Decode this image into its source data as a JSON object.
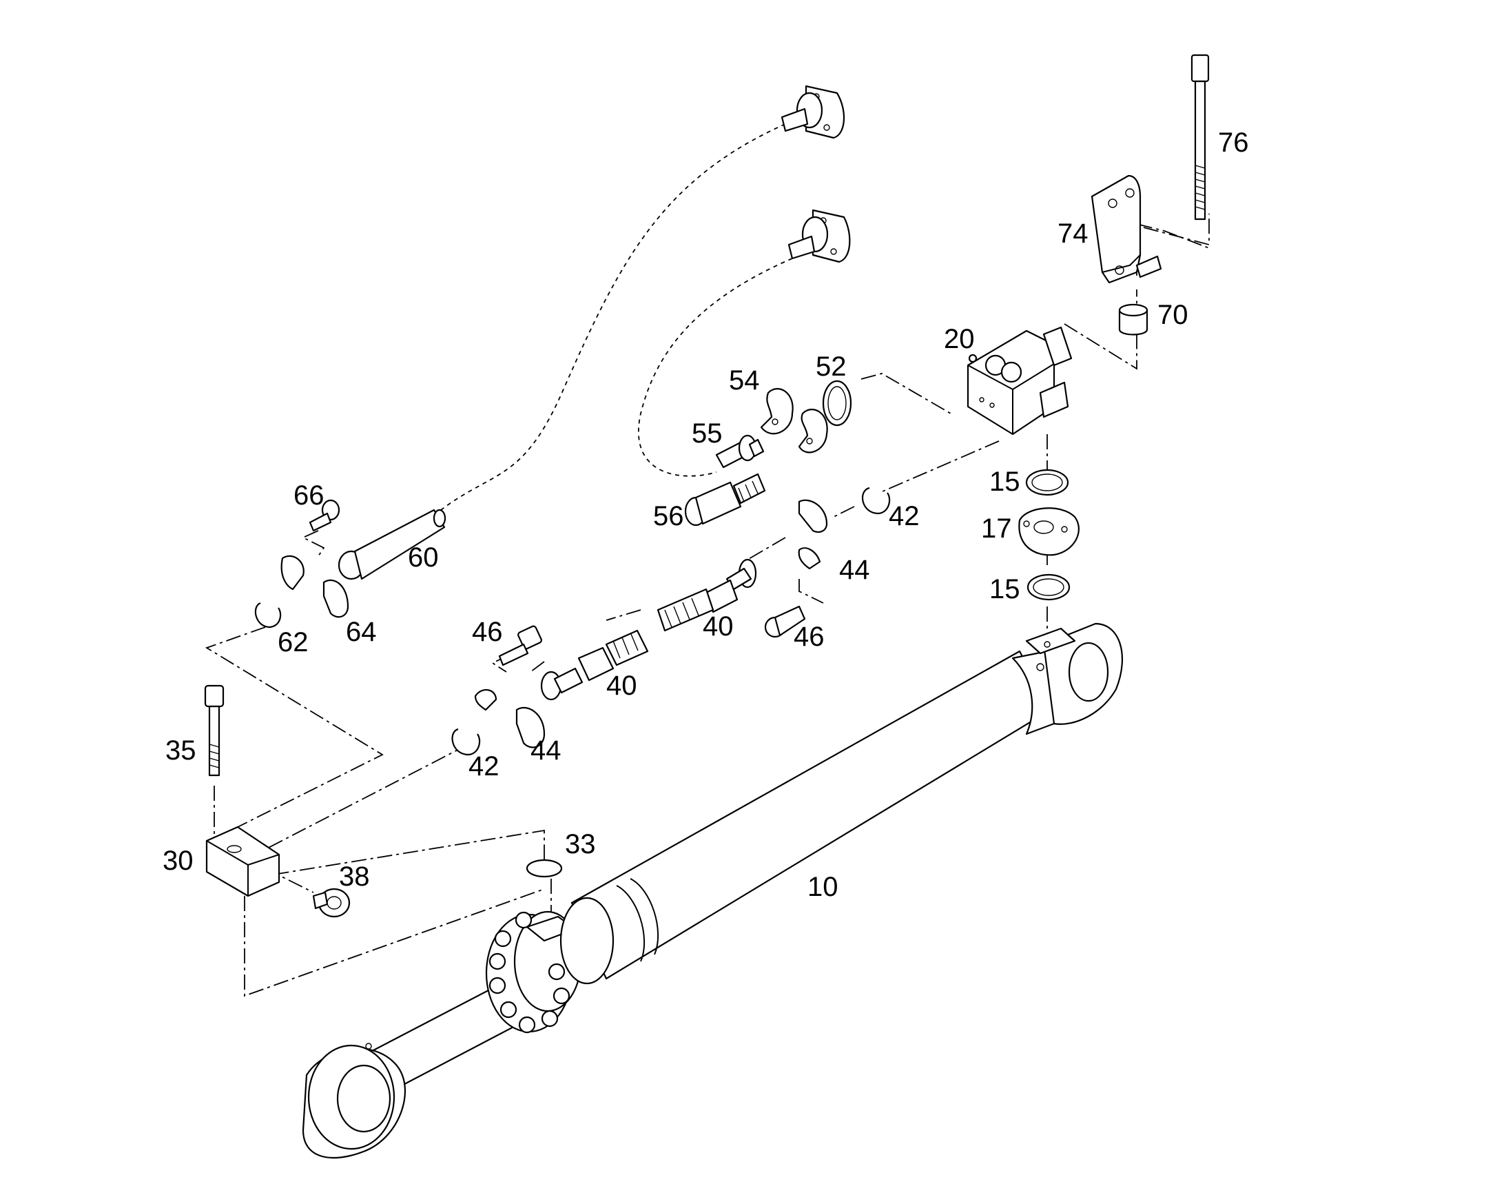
{
  "labels": {
    "p10": "10",
    "p15a": "15",
    "p15b": "15",
    "p17": "17",
    "p20": "20",
    "p30": "30",
    "p33": "33",
    "p35": "35",
    "p38": "38",
    "p40a": "40",
    "p40b": "40",
    "p42a": "42",
    "p42b": "42",
    "p44a": "44",
    "p44b": "44",
    "p46a": "46",
    "p46b": "46",
    "p52": "52",
    "p54": "54",
    "p55": "55",
    "p56": "56",
    "p60": "60",
    "p62": "62",
    "p64": "64",
    "p66": "66",
    "p70": "70",
    "p74": "74",
    "p76": "76"
  },
  "colors": {
    "line": "#000000",
    "background": "#ffffff"
  }
}
